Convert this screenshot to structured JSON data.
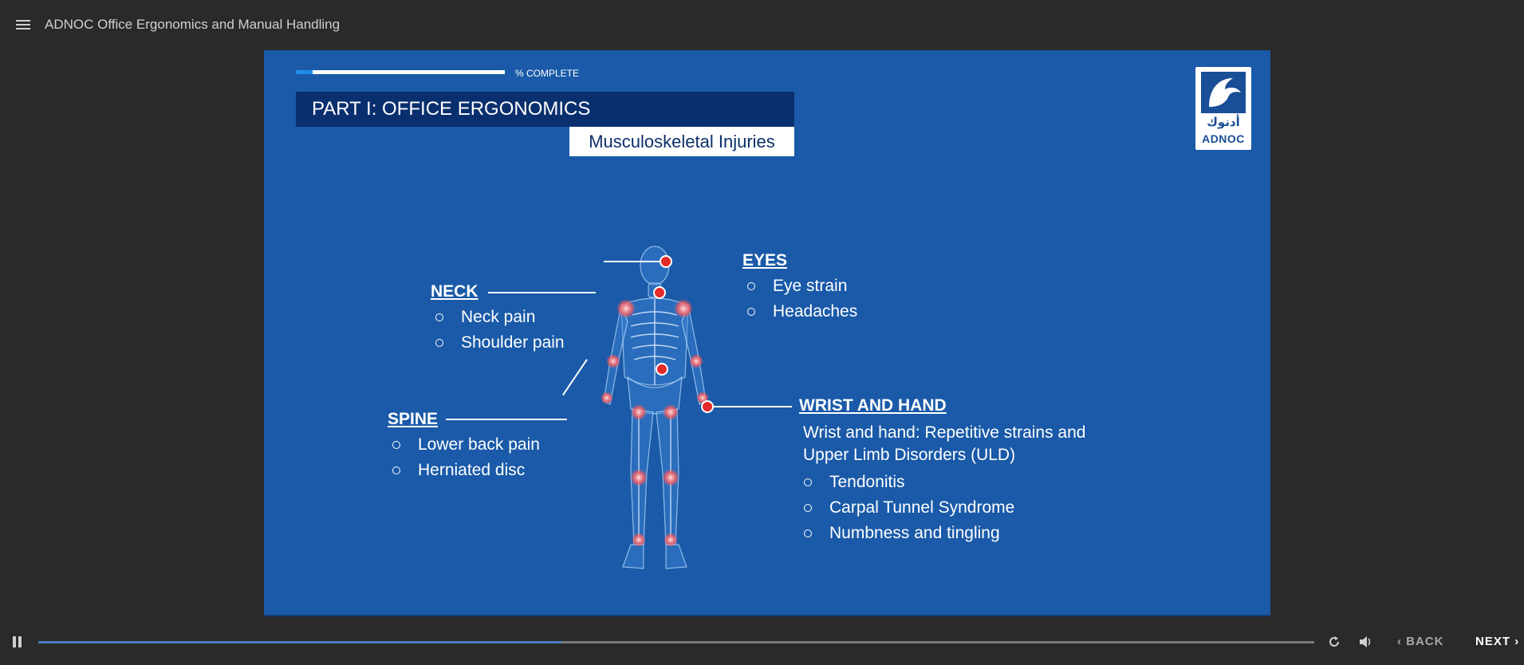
{
  "header": {
    "menu_icon": "hamburger-menu-icon",
    "title": "ADNOC Office Ergonomics and Manual Handling"
  },
  "slide": {
    "progress": {
      "label": "% COMPLETE",
      "fraction": 0.08
    },
    "part_title": "PART I: OFFICE ERGONOMICS",
    "subtitle": "Musculoskeletal Injuries",
    "logo": {
      "arabic": "أدنوك",
      "latin": "ADNOC"
    },
    "sections": {
      "eyes": {
        "heading": "EYES",
        "items": [
          "Eye strain",
          "Headaches"
        ]
      },
      "neck": {
        "heading": "NECK",
        "items": [
          "Neck pain",
          "Shoulder pain"
        ]
      },
      "spine": {
        "heading": "SPINE",
        "items": [
          "Lower back pain",
          "Herniated disc"
        ]
      },
      "wrist": {
        "heading": "WRIST AND HAND",
        "description": "Wrist and hand: Repetitive strains and Upper Limb Disorders (ULD)",
        "items": [
          "Tendonitis",
          "Carpal Tunnel Syndrome",
          "Numbness and tingling"
        ]
      }
    },
    "colors": {
      "background": "#1a5aa8",
      "title_bar": "#0a2f6e",
      "hotspot": "#e52a2a"
    }
  },
  "player": {
    "timeline_fraction": 0.41,
    "replay_icon": "replay-icon",
    "volume_icon": "volume-icon",
    "back_label": "BACK",
    "next_label": "NEXT"
  }
}
